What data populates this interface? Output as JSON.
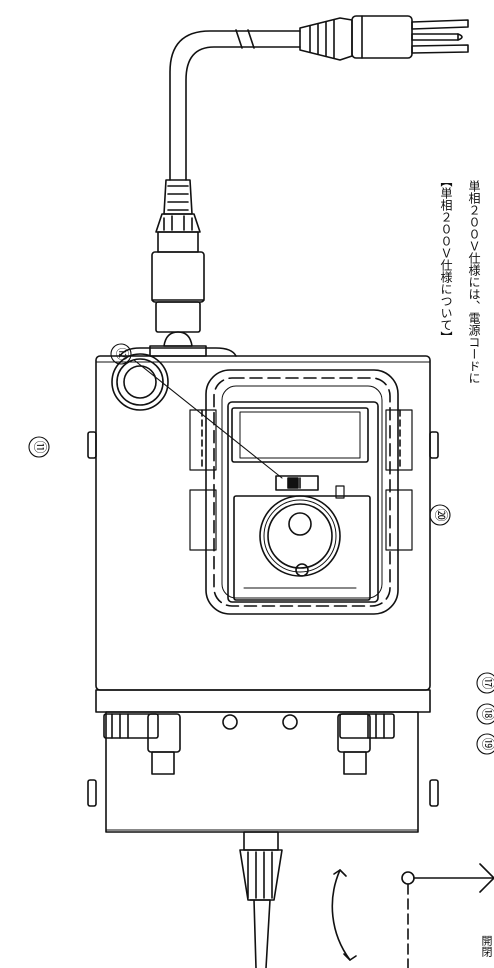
{
  "callouts": [
    {
      "num": "⑫"
    },
    {
      "num": "⑪"
    },
    {
      "num": "⑳"
    },
    {
      "num": "⑰"
    },
    {
      "num": "⑱"
    },
    {
      "num": "⑲"
    }
  ],
  "notes": {
    "heading": "【単相２００Ｖ仕様について】",
    "body": "単相２００Ｖ仕様には、電源コードに",
    "open_close": "開閉"
  }
}
